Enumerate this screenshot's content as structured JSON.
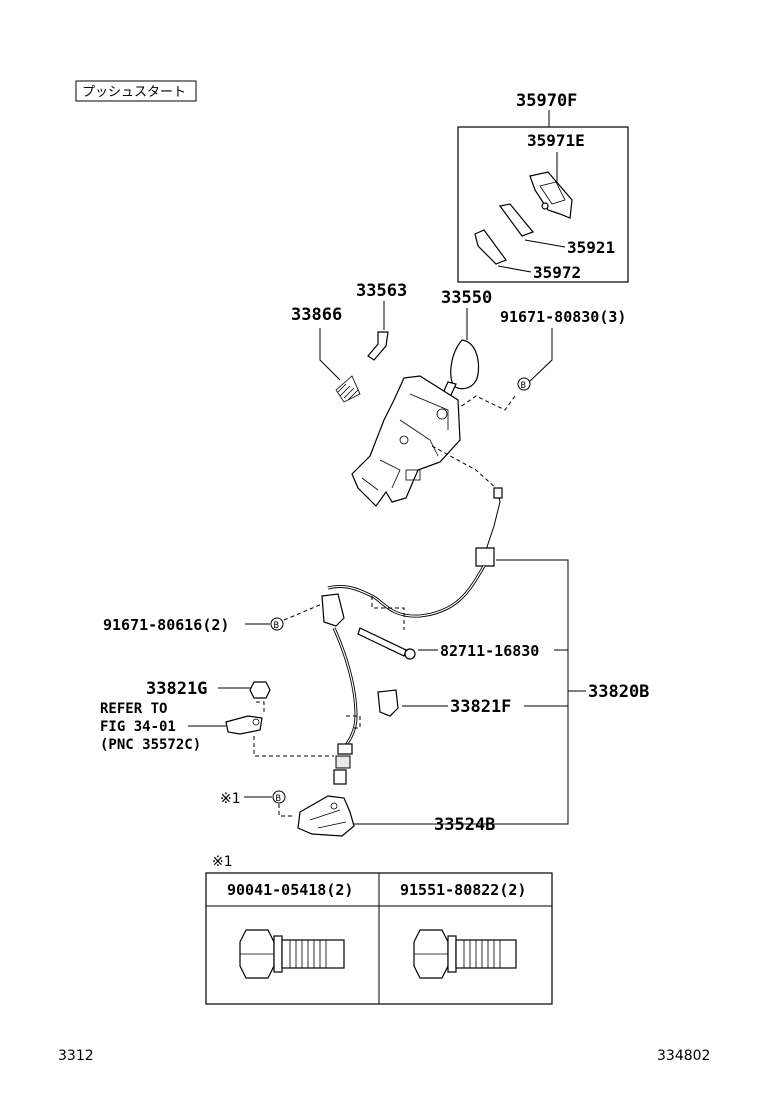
{
  "header_tag": "プッシュスタート",
  "parts": {
    "p35970F": "35970F",
    "p35971E": "35971E",
    "p35921": "35921",
    "p35972": "35972",
    "p33563": "33563",
    "p33550": "33550",
    "p33866": "33866",
    "p91671_80830": "91671-80830(3)",
    "p91671_80616": "91671-80616(2)",
    "p82711_16830": "82711-16830",
    "p33821G": "33821G",
    "p33821F": "33821F",
    "p33820B": "33820B",
    "p33524B": "33524B"
  },
  "refer": {
    "line1": "REFER TO",
    "line2": "FIG 34-01",
    "line3": "(PNC 35572C)"
  },
  "callout_b": "B",
  "note_mark": "※1",
  "table": {
    "note": "※1",
    "col1": "90041-05418(2)",
    "col2": "91551-80822(2)"
  },
  "footer": {
    "left": "3312",
    "right": "334802"
  }
}
